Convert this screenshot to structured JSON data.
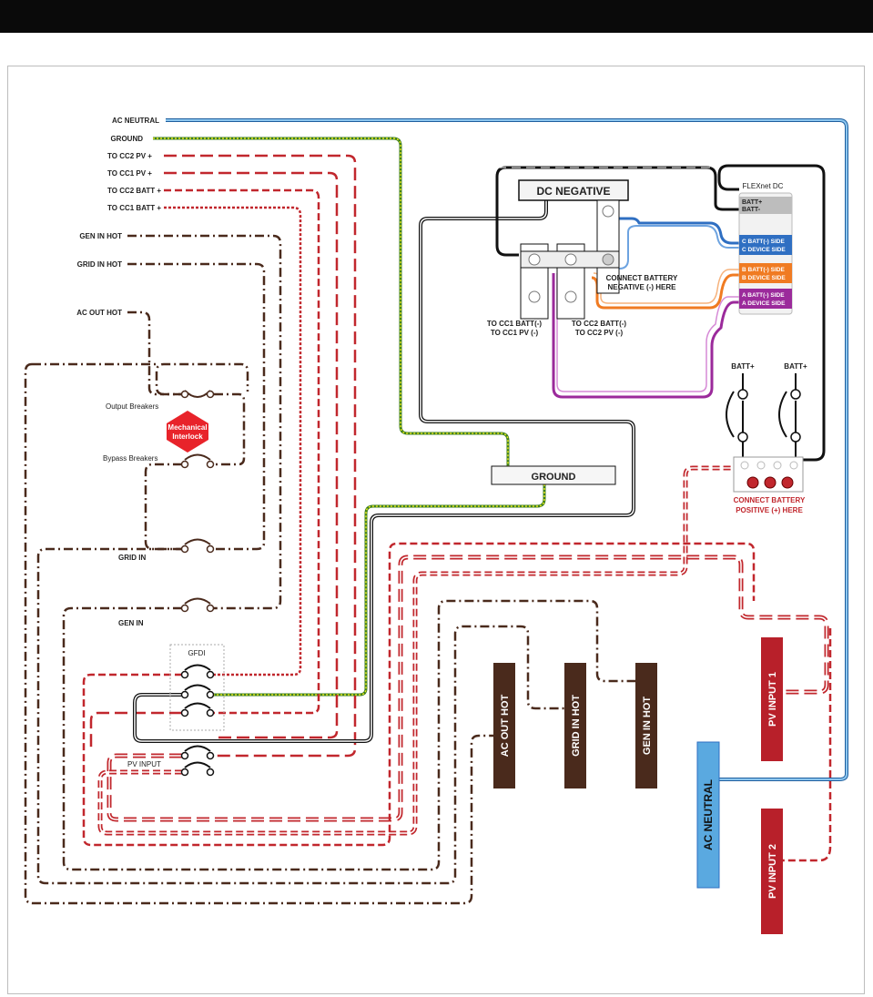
{
  "colors": {
    "hot_brown": "#4a2a1c",
    "pv_red": "#c1272d",
    "neutral_blue": "#5aa9e0",
    "ground_green": "#3a7d1e",
    "ground_yellow": "#e8e81a",
    "c_blue": "#2f6fc2",
    "b_orange": "#f07b22",
    "a_purple": "#9b2a9b",
    "interlock_red": "#e8232a"
  },
  "left_labels": {
    "ac_neutral": "AC NEUTRAL",
    "ground": "GROUND",
    "to_cc2_pv": "TO CC2 PV +",
    "to_cc1_pv": "TO CC1 PV +",
    "to_cc2_batt": "TO CC2 BATT +",
    "to_cc1_batt": "TO CC1 BATT +",
    "gen_in_hot": "GEN IN HOT",
    "grid_in_hot": "GRID IN HOT",
    "ac_out_hot": "AC OUT HOT"
  },
  "breakers": {
    "output": "Output Breakers",
    "interlock_line1": "Mechanical",
    "interlock_line2": "Interlock",
    "bypass": "Bypass Breakers",
    "grid_in": "GRID IN",
    "gen_in": "GEN IN",
    "gfdi": "GFDI",
    "pv_input": "PV INPUT"
  },
  "dc": {
    "dc_negative": "DC NEGATIVE",
    "connect_neg_1": "CONNECT BATTERY",
    "connect_neg_2": "NEGATIVE (-) HERE",
    "cc1_1": "TO CC1 BATT(-)",
    "cc1_2": "TO CC1 PV (-)",
    "cc2_1": "TO CC2 BATT(-)",
    "cc2_2": "TO CC2 PV (-)",
    "ground_bus": "GROUND"
  },
  "flexnet": {
    "title": "FLEXnet DC",
    "batt_plus": "BATT+",
    "batt_minus": "BATT-",
    "c1": "C BATT(-) SIDE",
    "c2": "C DEVICE SIDE",
    "b1": "B BATT(-) SIDE",
    "b2": "B DEVICE SIDE",
    "a1": "A BATT(-) SIDE",
    "a2": "A DEVICE SIDE"
  },
  "battery": {
    "batt1": "BATT+",
    "batt2": "BATT+",
    "connect_pos_1": "CONNECT BATTERY",
    "connect_pos_2": "POSITIVE (+) HERE"
  },
  "terminals": {
    "ac_out_hot": "AC OUT HOT",
    "grid_in_hot": "GRID IN HOT",
    "gen_in_hot": "GEN IN HOT",
    "ac_neutral": "AC NEUTRAL",
    "pv_input_1": "PV INPUT 1",
    "pv_input_2": "PV INPUT 2"
  }
}
